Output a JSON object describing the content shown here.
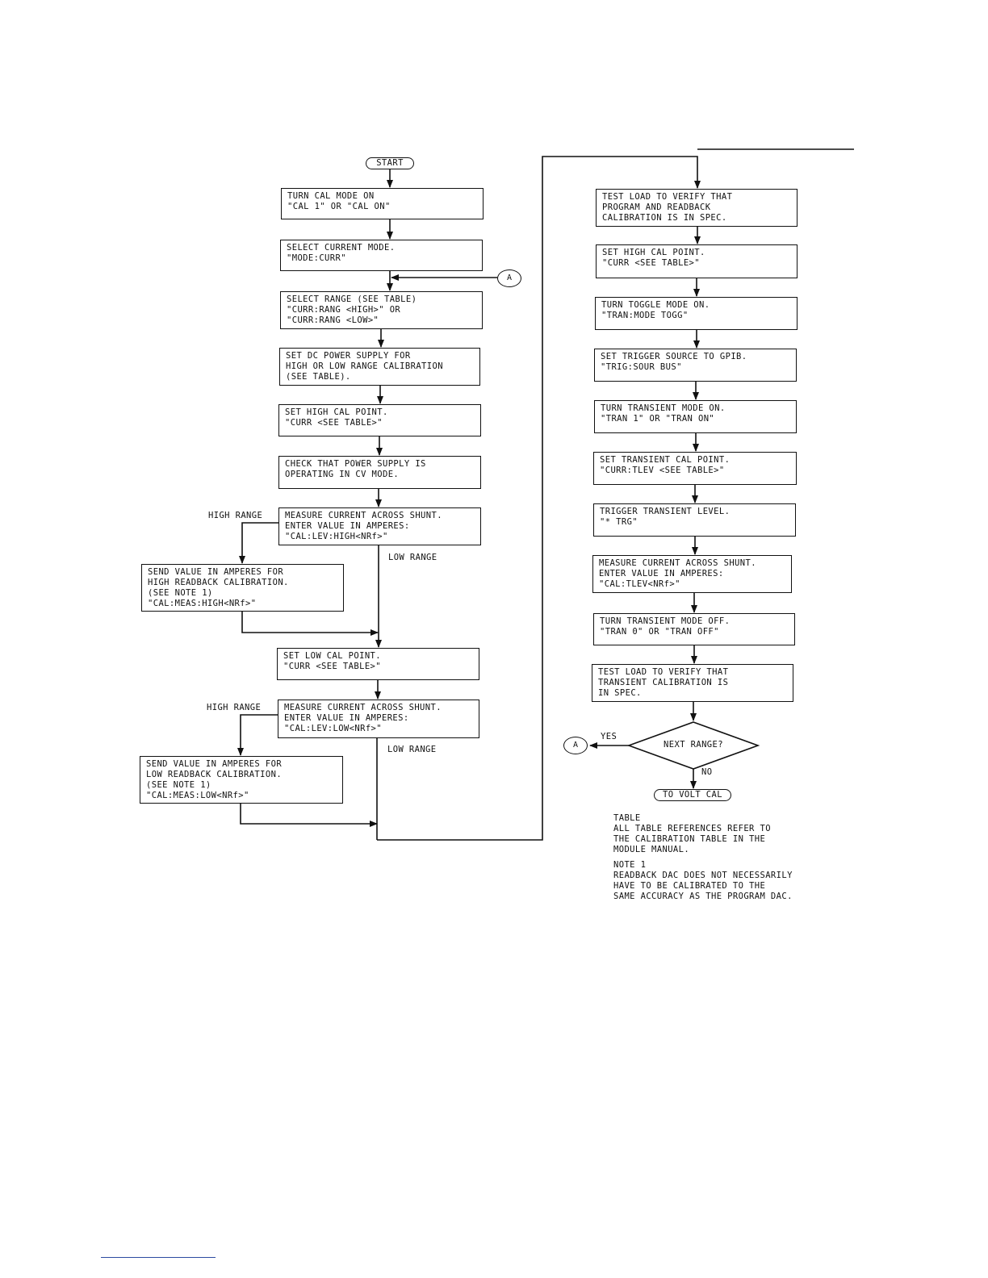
{
  "start": "START",
  "end": "TO VOLT CAL",
  "connector": "A",
  "decision": "NEXT RANGE?",
  "yes": "YES",
  "no": "NO",
  "high_range": "HIGH RANGE",
  "low_range": "LOW RANGE",
  "left_steps": [
    [
      "TURN CAL MODE ON",
      "\"CAL 1\" OR \"CAL ON\""
    ],
    [
      "SELECT CURRENT MODE.",
      "\"MODE:CURR\""
    ],
    [
      "SELECT RANGE (SEE TABLE)",
      "\"CURR:RANG <HIGH>\" OR",
      "\"CURR:RANG <LOW>\""
    ],
    [
      "SET DC POWER SUPPLY FOR",
      "HIGH OR LOW RANGE CALIBRATION",
      "(SEE TABLE)."
    ],
    [
      "SET HIGH CAL POINT.",
      "\"CURR <SEE TABLE>\""
    ],
    [
      "CHECK THAT POWER SUPPLY IS",
      "OPERATING IN CV MODE."
    ],
    [
      "MEASURE CURRENT ACROSS SHUNT.",
      "ENTER VALUE IN AMPERES:",
      "\"CAL:LEV:HIGH<NRf>\""
    ],
    [
      "SEND VALUE IN AMPERES FOR",
      "HIGH READBACK CALIBRATION.",
      "(SEE NOTE 1)",
      "\"CAL:MEAS:HIGH<NRf>\""
    ],
    [
      "SET LOW CAL POINT.",
      "\"CURR <SEE TABLE>\""
    ],
    [
      "MEASURE CURRENT ACROSS SHUNT.",
      "ENTER VALUE IN AMPERES:",
      "\"CAL:LEV:LOW<NRf>\""
    ],
    [
      "SEND VALUE IN AMPERES FOR",
      "LOW READBACK CALIBRATION.",
      "(SEE NOTE 1)",
      "\"CAL:MEAS:LOW<NRf>\""
    ]
  ],
  "right_steps": [
    [
      "TEST LOAD TO VERIFY THAT",
      "PROGRAM AND READBACK",
      "CALIBRATION IS IN SPEC."
    ],
    [
      "SET HIGH CAL POINT.",
      "\"CURR <SEE TABLE>\""
    ],
    [
      "TURN TOGGLE MODE ON.",
      "\"TRAN:MODE TOGG\""
    ],
    [
      "SET TRIGGER SOURCE TO GPIB.",
      "\"TRIG:SOUR BUS\""
    ],
    [
      "TURN TRANSIENT MODE ON.",
      "\"TRAN 1\" OR \"TRAN ON\""
    ],
    [
      "SET TRANSIENT CAL POINT.",
      "\"CURR:TLEV <SEE TABLE>\""
    ],
    [
      "TRIGGER TRANSIENT LEVEL.",
      "\"* TRG\""
    ],
    [
      "MEASURE CURRENT ACROSS SHUNT.",
      "ENTER VALUE IN AMPERES:",
      "\"CAL:TLEV<NRf>\""
    ],
    [
      "TURN TRANSIENT MODE OFF.",
      "\"TRAN 0\" OR \"TRAN OFF\""
    ],
    [
      "TEST LOAD TO VERIFY THAT",
      "TRANSIENT CALIBRATION IS",
      "IN SPEC."
    ]
  ],
  "table_note": [
    "TABLE",
    "ALL TABLE REFERENCES REFER TO",
    "THE CALIBRATION TABLE IN THE",
    "MODULE MANUAL."
  ],
  "note1": [
    "NOTE 1",
    "READBACK DAC DOES NOT NECESSARILY",
    "HAVE TO BE CALIBRATED TO THE",
    "SAME ACCURACY AS THE PROGRAM DAC."
  ]
}
